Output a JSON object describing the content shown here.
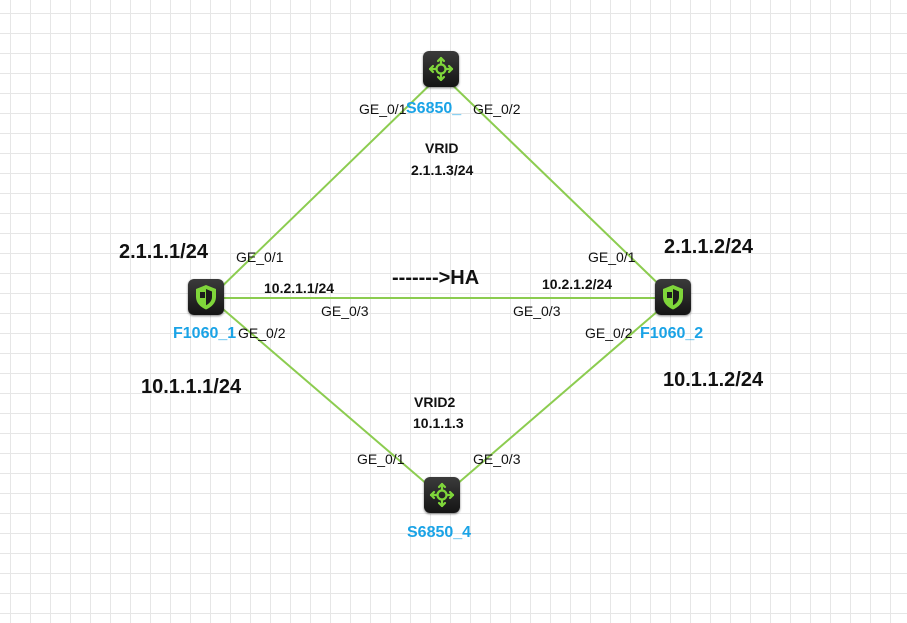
{
  "colors": {
    "link": "#8ccc50",
    "icon_accent": "#7fd63a",
    "device_name": "#1aa3e6"
  },
  "devices": {
    "top_switch": {
      "name": "S6850_",
      "icon": "switch-icon"
    },
    "bottom_switch": {
      "name": "S6850_4",
      "icon": "switch-icon"
    },
    "fw_left": {
      "name": "F1060_1",
      "icon": "firewall-icon"
    },
    "fw_right": {
      "name": "F1060_2",
      "icon": "firewall-icon"
    }
  },
  "ports": {
    "top_left": "GE_0/1",
    "top_right": "GE_0/2",
    "fw1_ge01": "GE_0/1",
    "fw1_ge03": "GE_0/3",
    "fw1_ge02": "GE_0/2",
    "fw2_ge01": "GE_0/1",
    "fw2_ge03": "GE_0/3",
    "fw2_ge02": "GE_0/2",
    "bottom_left": "GE_0/1",
    "bottom_right": "GE_0/3"
  },
  "labels": {
    "vrid": "VRID",
    "vrid_ip": "2.1.1.3/24",
    "vrid2": "VRID2",
    "vrid2_ip": "10.1.1.3",
    "ha": "------->HA",
    "fw1_upper_ip": "2.1.1.1/24",
    "fw1_lower_ip": "10.1.1.1/24",
    "fw1_ha_ip": "10.2.1.1/24",
    "fw2_upper_ip": "2.1.1.2/24",
    "fw2_lower_ip": "10.1.1.2/24",
    "fw2_ha_ip": "10.2.1.2/24"
  }
}
